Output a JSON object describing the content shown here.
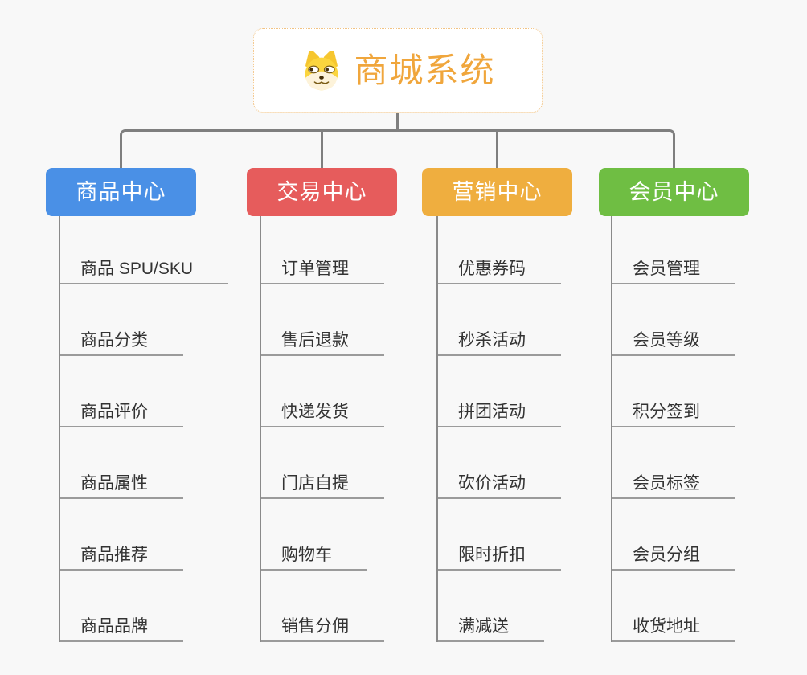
{
  "root": {
    "title": "商城系统",
    "icon": "shiba-dog-icon",
    "title_color": "#f0a63c",
    "border_color": "#f2c383"
  },
  "connector_color": "#7f7f7f",
  "columns": [
    {
      "title": "商品中心",
      "color": "#4a90e6",
      "items": [
        "商品 SPU/SKU",
        "商品分类",
        "商品评价",
        "商品属性",
        "商品推荐",
        "商品品牌"
      ]
    },
    {
      "title": "交易中心",
      "color": "#e65c5c",
      "items": [
        "订单管理",
        "售后退款",
        "快递发货",
        "门店自提",
        "购物车",
        "销售分佣"
      ]
    },
    {
      "title": "营销中心",
      "color": "#efae3f",
      "items": [
        "优惠券码",
        "秒杀活动",
        "拼团活动",
        "砍价活动",
        "限时折扣",
        "满减送"
      ]
    },
    {
      "title": "会员中心",
      "color": "#6fbe43",
      "items": [
        "会员管理",
        "会员等级",
        "积分签到",
        "会员标签",
        "会员分组",
        "收货地址"
      ]
    }
  ]
}
